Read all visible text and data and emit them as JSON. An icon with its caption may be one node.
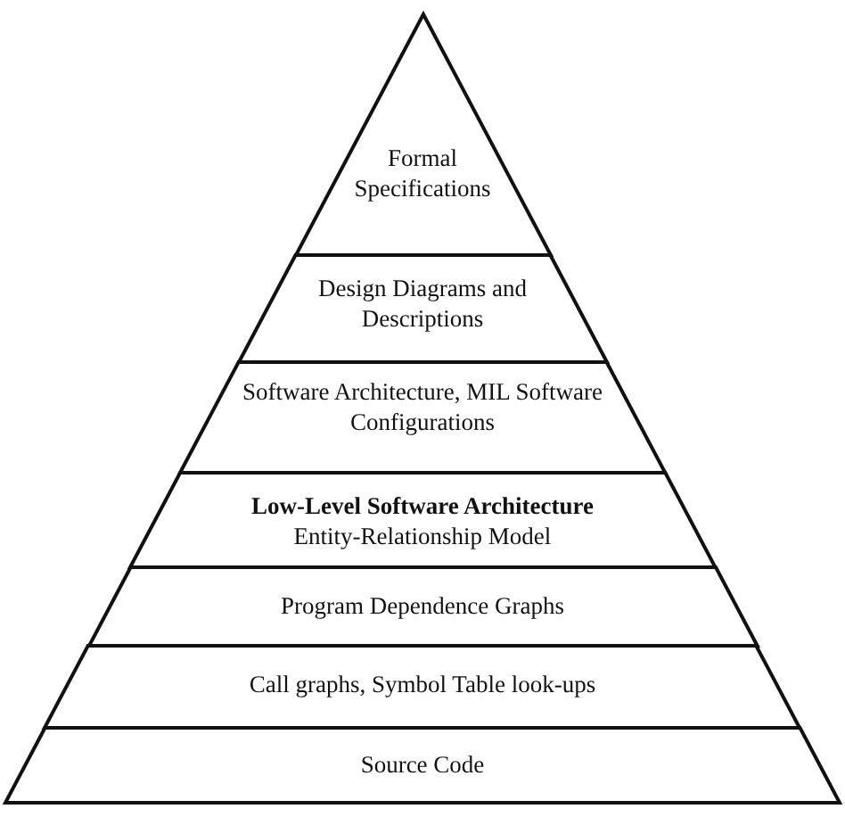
{
  "diagram": {
    "nodes": [
      {
        "text": [
          "Formal Specifications"
        ]
      },
      {
        "text": [
          "Design Diagrams and Descriptions"
        ]
      },
      {
        "text": [
          "Software Architecture, MIL Software Configurations"
        ]
      },
      {
        "text": [
          "Low-Level Software Architecture",
          "Entity-Relationship Model"
        ]
      },
      {
        "text": [
          "Program Dependence Graphs"
        ]
      },
      {
        "text": [
          "Call graphs, Symbol Table look-ups"
        ]
      },
      {
        "text": [
          "Source Code"
        ]
      }
    ]
  }
}
